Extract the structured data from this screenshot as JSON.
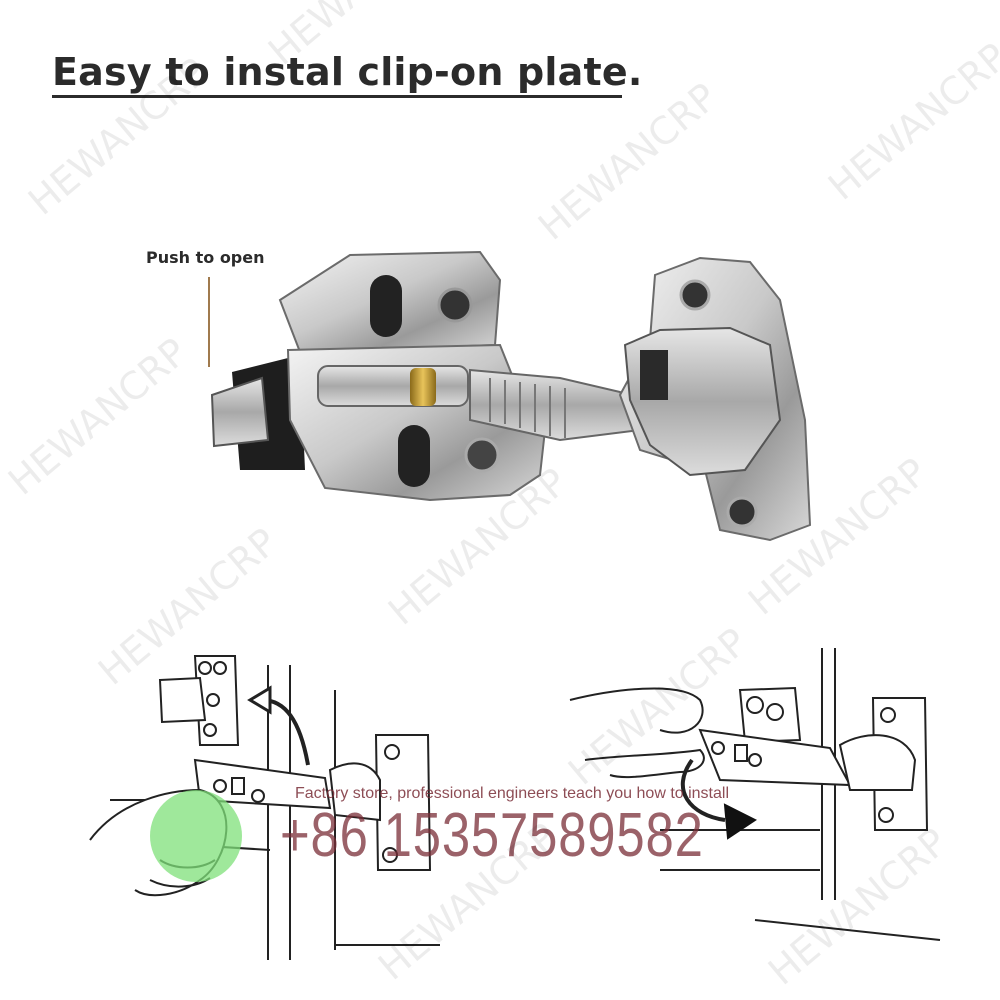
{
  "heading": "Easy to instal clip-on plate.",
  "callout": {
    "label": "Push to open"
  },
  "promo": {
    "line": "Factory store, professional engineers teach you how to install",
    "phone": "+86 15357589582"
  },
  "watermark": {
    "text": "HEWANCRP"
  },
  "icons": {
    "wechat": "wechat-icon"
  },
  "colors": {
    "heading": "#2b2b2b",
    "promo": "#7a2e38",
    "callout_line": "#a07a4d",
    "wechat": "#7fe07a"
  }
}
